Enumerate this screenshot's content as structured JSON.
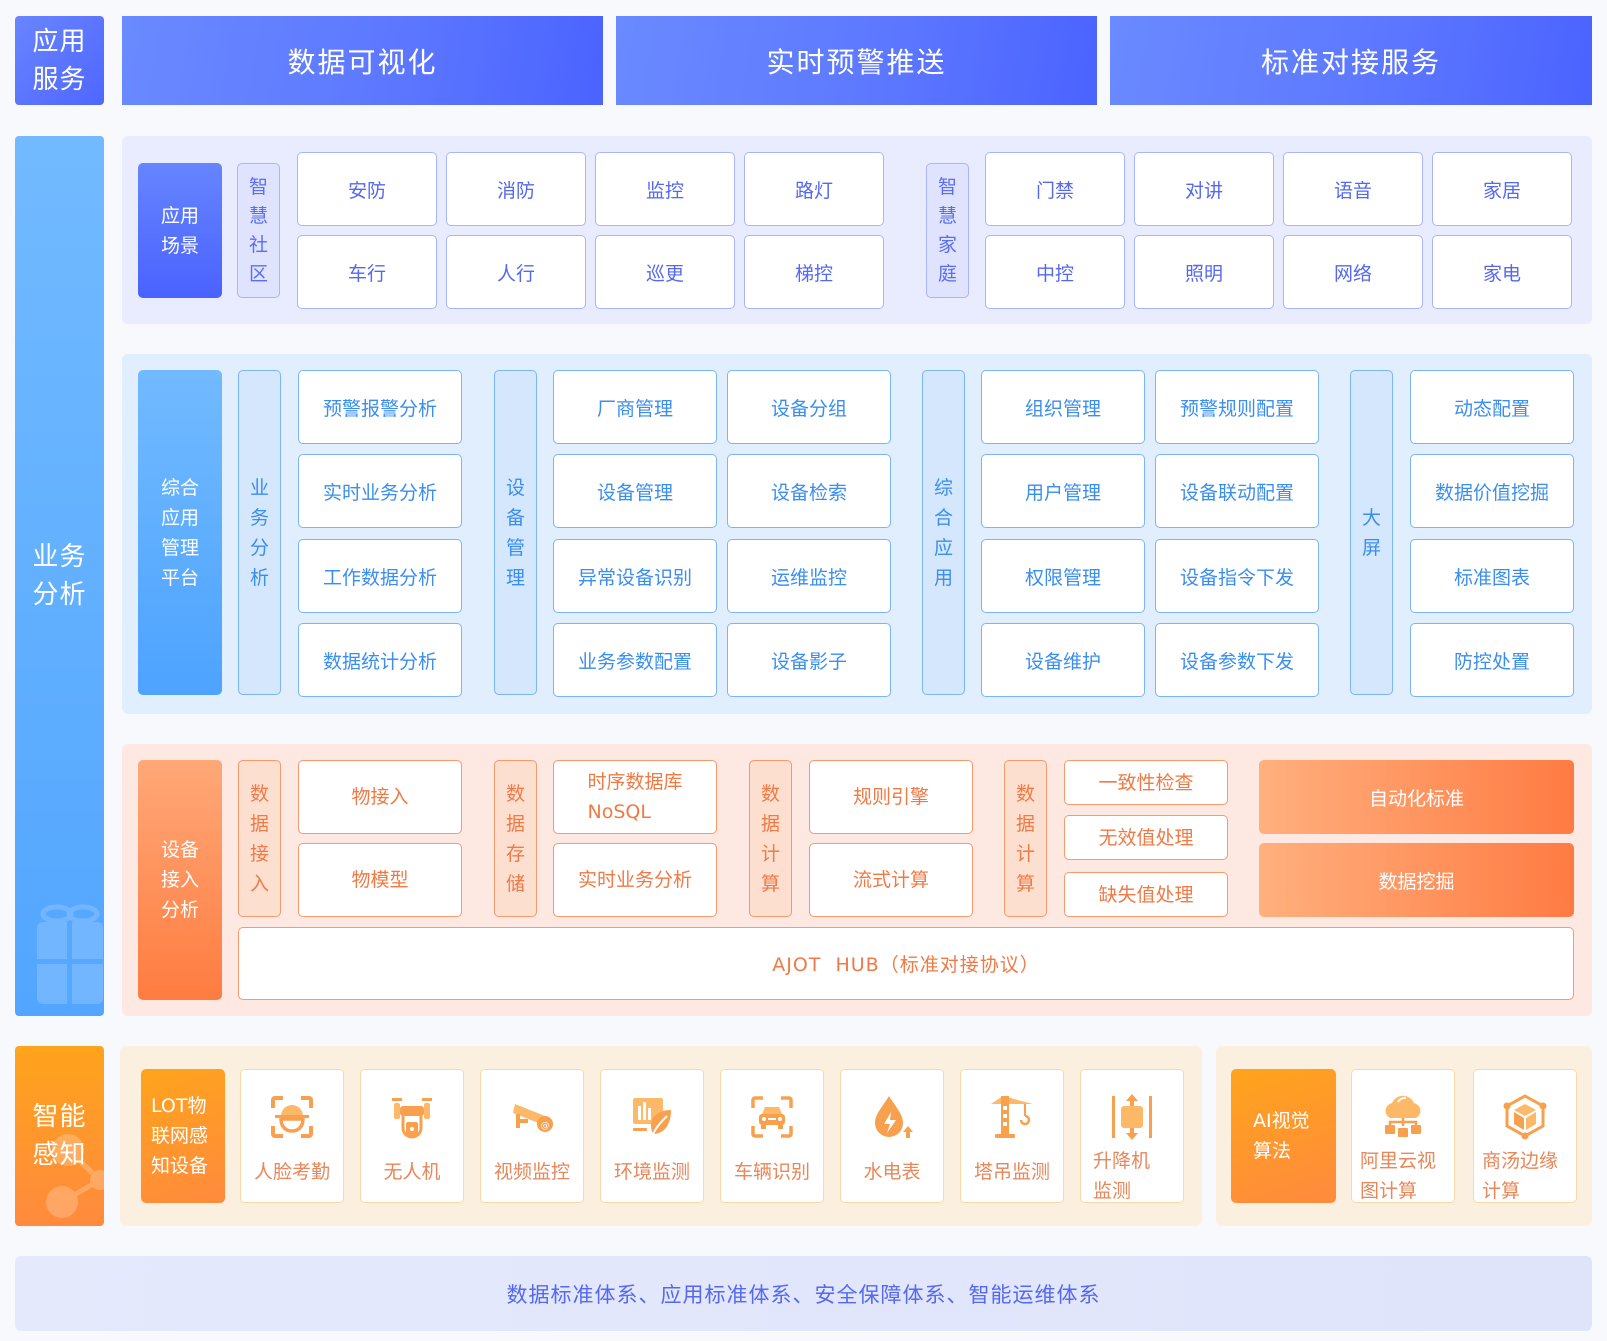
{
  "colors": {
    "app_service_blue": "#5a73ff",
    "business_blue": "#5aaaff",
    "device_orange": "#ff8a50",
    "sense_orange": "#ff9a28",
    "scene_text": "#5468f1",
    "mgmt_text": "#3a8ef0",
    "device_text": "#f07a45",
    "sense_text": "#e8875a"
  },
  "layers": {
    "app_service": {
      "label": "应用服务",
      "tiles": [
        "数据可视化",
        "实时预警推送",
        "标准对接服务"
      ]
    },
    "business_analysis": {
      "label": "业务分析",
      "icon": "gift-icon"
    },
    "smart_sensing": {
      "label": "智能感知",
      "icon": "network-nodes-icon"
    }
  },
  "scene": {
    "head": "应用场景",
    "community": {
      "label": "智慧社区",
      "items": [
        "安防",
        "消防",
        "监控",
        "路灯",
        "车行",
        "人行",
        "巡更",
        "梯控"
      ]
    },
    "home": {
      "label": "智慧家庭",
      "items": [
        "门禁",
        "对讲",
        "语音",
        "家居",
        "中控",
        "照明",
        "网络",
        "家电"
      ]
    }
  },
  "mgmt": {
    "head": "综合应用管理平台",
    "groups": [
      {
        "label": "业务分析",
        "items": [
          "预警报警分析",
          "实时业务分析",
          "工作数据分析",
          "数据统计分析"
        ]
      },
      {
        "label": "设备管理",
        "items": [
          "厂商管理",
          "设备分组",
          "设备管理",
          "设备检索",
          "异常设备识别",
          "运维监控",
          "业务参数配置",
          "设备影子"
        ]
      },
      {
        "label": "综合应用",
        "items": [
          "组织管理",
          "预警规则配置",
          "用户管理",
          "设备联动配置",
          "权限管理",
          "设备指令下发",
          "设备维护",
          "设备参数下发"
        ]
      },
      {
        "label": "大屏",
        "items": [
          "动态配置",
          "数据价值挖掘",
          "标准图表",
          "防控处置"
        ]
      }
    ]
  },
  "device": {
    "head": "设备接入分析",
    "groups": [
      {
        "label": "数据接入",
        "items": [
          "物接入",
          "物模型"
        ]
      },
      {
        "label": "数据存储",
        "items": [
          "时序数据库\nNoSQL",
          "实时业务分析"
        ]
      },
      {
        "label": "数据计算",
        "items": [
          "规则引擎",
          "流式计算"
        ]
      },
      {
        "label": "数据计算",
        "items": [
          "一致性检查",
          "无效值处理",
          "缺失值处理"
        ]
      }
    ],
    "solid": [
      "自动化标准",
      "数据挖掘"
    ],
    "hub": "AJOT  HUB（标准对接协议）"
  },
  "sensing": {
    "head": "LOT物联网感知设备",
    "devices": [
      {
        "label": "人脸考勤",
        "icon": "face-scan-icon"
      },
      {
        "label": "无人机",
        "icon": "drone-icon"
      },
      {
        "label": "视频监控",
        "icon": "cctv-camera-icon"
      },
      {
        "label": "环境监测",
        "icon": "environment-leaf-icon"
      },
      {
        "label": "车辆识别",
        "icon": "car-scan-icon"
      },
      {
        "label": "水电表",
        "icon": "water-electric-drop-icon"
      },
      {
        "label": "塔吊监测",
        "icon": "tower-crane-icon"
      },
      {
        "label": "升降机监测",
        "icon": "elevator-icon"
      }
    ],
    "ai": {
      "head": "AI视觉算法",
      "items": [
        {
          "label": "阿里云视图计算",
          "icon": "cloud-network-icon"
        },
        {
          "label": "商汤边缘计算",
          "icon": "edge-cube-icon"
        }
      ]
    }
  },
  "standards": "数据标准体系、应用标准体系、安全保障体系、智能运维体系"
}
